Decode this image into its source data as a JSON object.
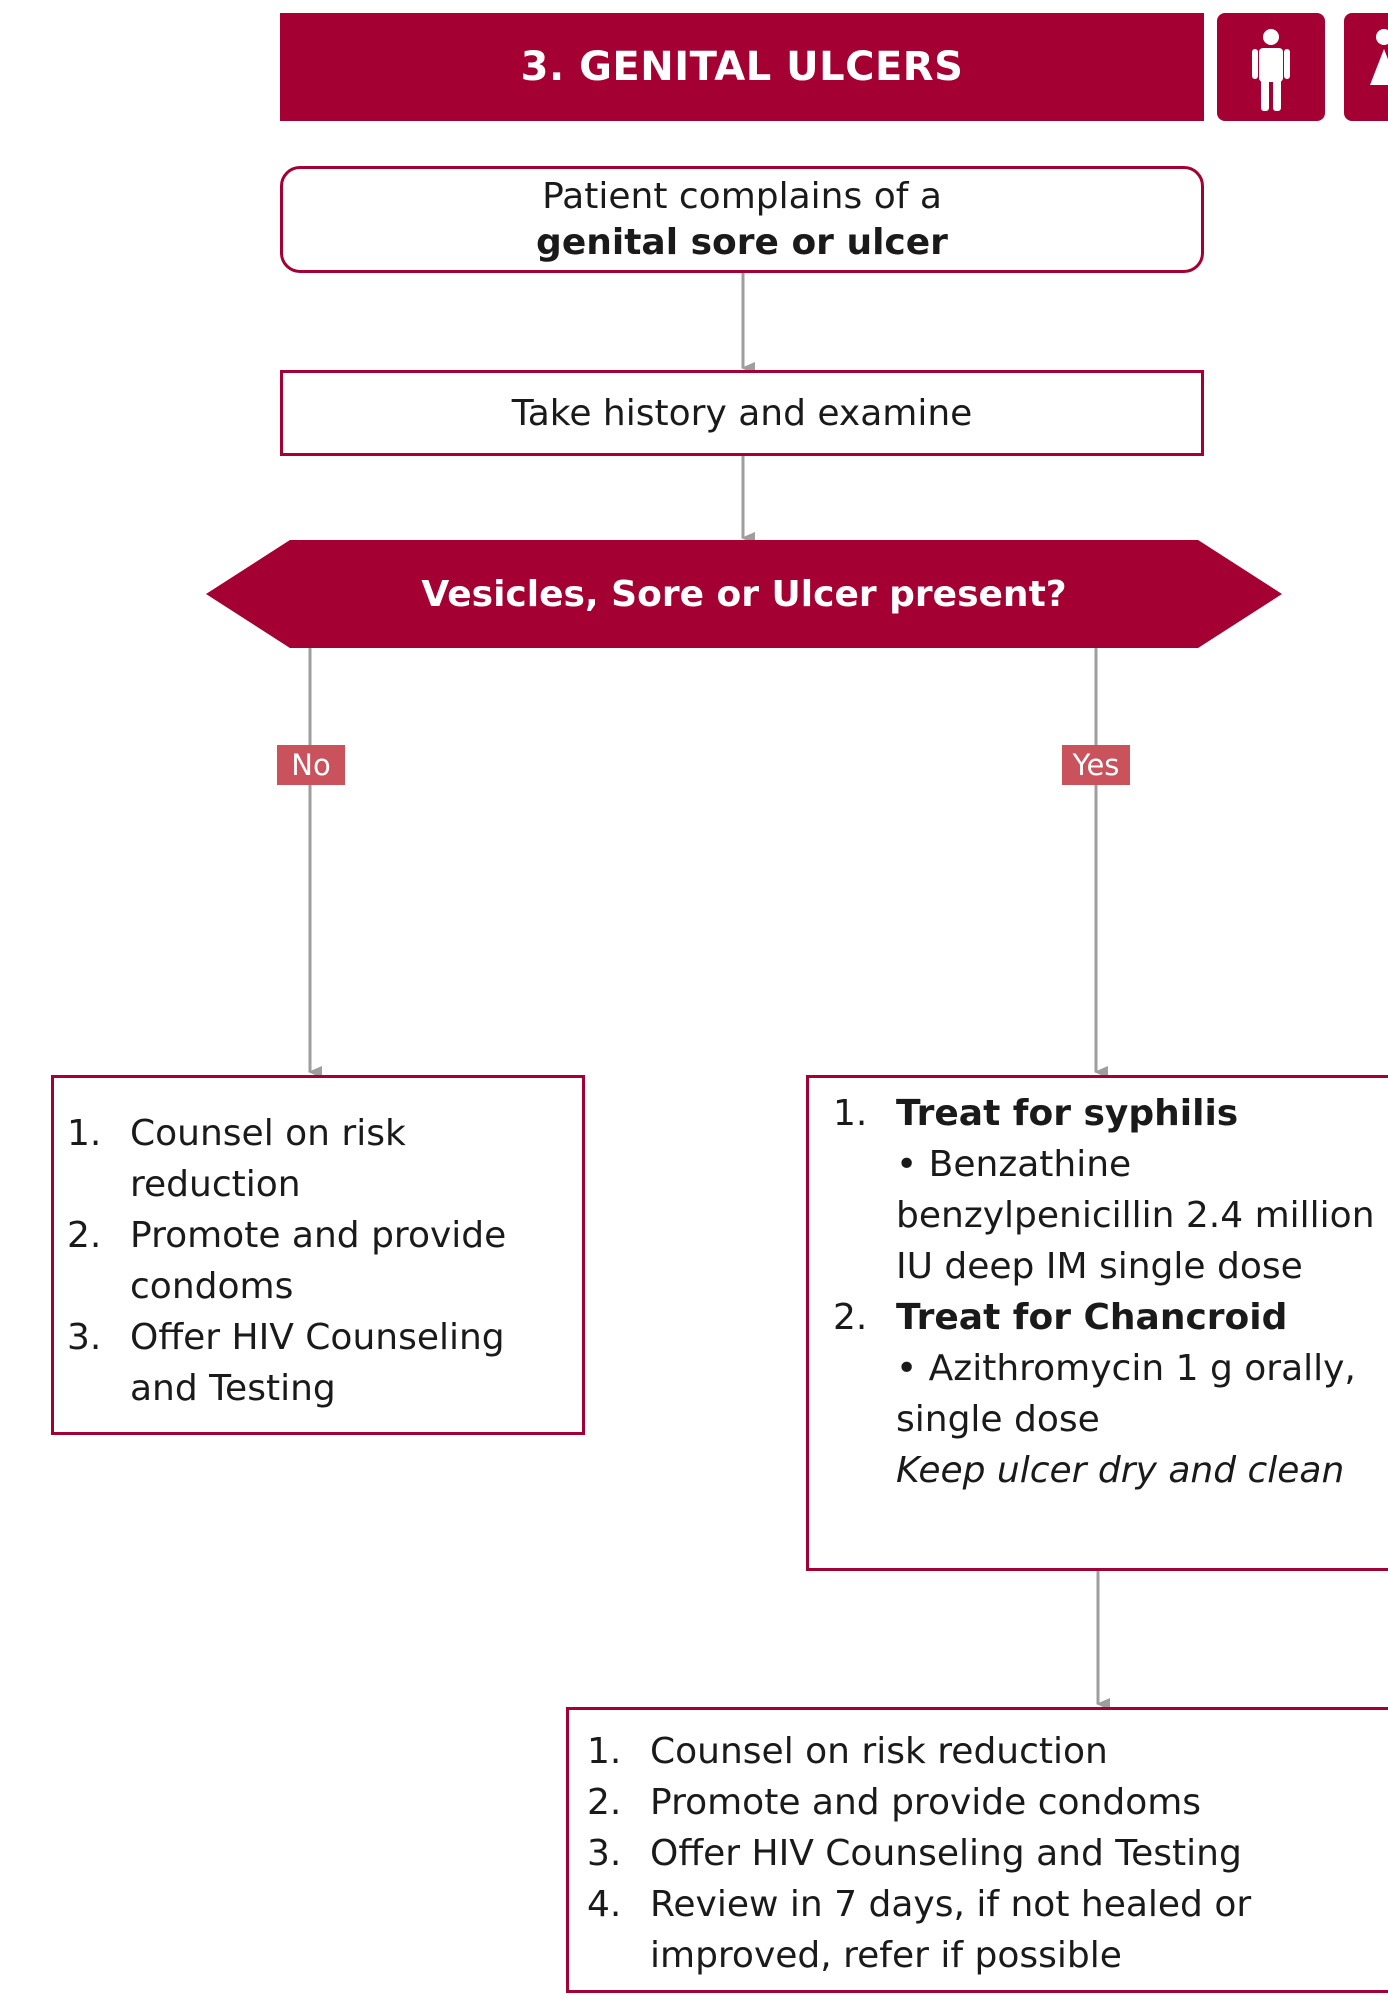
{
  "header": {
    "title": "3. GENITAL ULCERS",
    "icons": [
      "male-figure-icon",
      "female-figure-icon"
    ],
    "color": "#a50034"
  },
  "complaint": {
    "line1": "Patient complains of a",
    "line2": "genital sore or ulcer"
  },
  "history": {
    "text": "Take history and examine"
  },
  "decision": {
    "question": "Vesicles, Sore or Ulcer present?"
  },
  "branches": {
    "no_label": "No",
    "yes_label": "Yes"
  },
  "no_box": {
    "steps": [
      {
        "num": "1.",
        "text": "Counsel on risk reduction"
      },
      {
        "num": "2.",
        "text": "Promote and provide condoms"
      },
      {
        "num": "3.",
        "text": "Offer HIV Counseling and Testing"
      }
    ]
  },
  "yes_box": {
    "steps": [
      {
        "num": "1.",
        "title": "Treat for syphilis",
        "detail": "• Benzathine benzylpenicillin 2.4 million IU deep IM single dose"
      },
      {
        "num": "2.",
        "title": "Treat for Chancroid",
        "detail": "• Azithromycin 1 g orally, single dose",
        "note": "Keep ulcer dry and clean"
      }
    ]
  },
  "final_box": {
    "steps": [
      {
        "num": "1.",
        "text": "Counsel on risk reduction"
      },
      {
        "num": "2.",
        "text": "Promote and provide condoms"
      },
      {
        "num": "3.",
        "text": "Offer HIV Counseling and Testing"
      },
      {
        "num": "4.",
        "text": "Review in 7 days, if not healed or improved, refer if possible"
      }
    ]
  }
}
